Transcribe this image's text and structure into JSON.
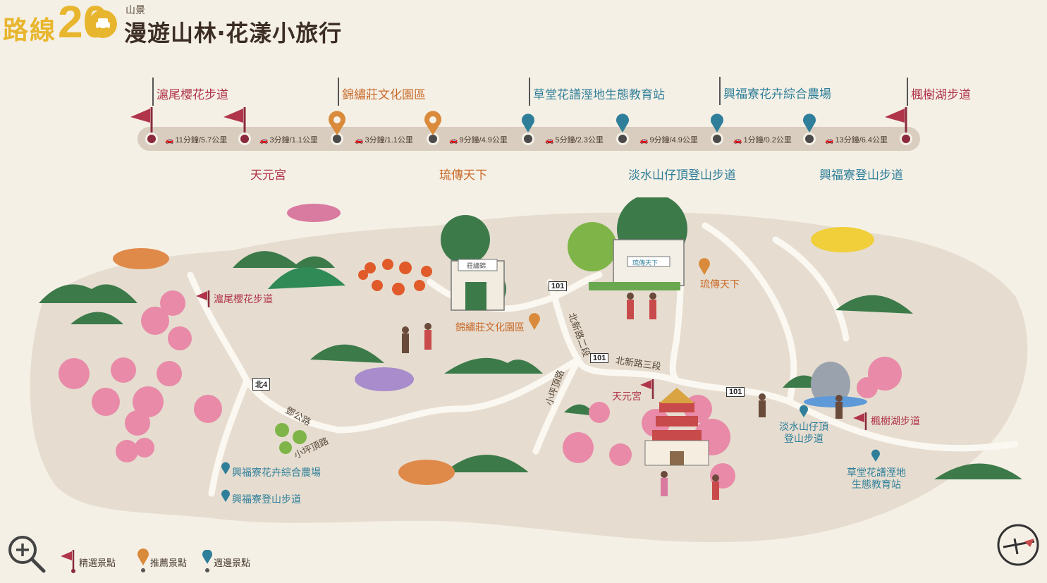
{
  "header": {
    "route_word": "路線",
    "route_number": "20",
    "category": "山景",
    "title": "漫遊山林‧花漾小旅行"
  },
  "timeline": {
    "stops": [
      {
        "label": "滬尾櫻花步道",
        "type": "featured"
      },
      {
        "label": "天元宮",
        "type": "featured"
      },
      {
        "label": "錦繡莊文化園區",
        "type": "recommended"
      },
      {
        "label": "琉傳天下",
        "type": "recommended"
      },
      {
        "label": "草堂花譜溼地生態教育站",
        "type": "nearby"
      },
      {
        "label": "淡水山仔頂登山步道",
        "type": "nearby"
      },
      {
        "label": "興福寮花卉綜合農場",
        "type": "nearby"
      },
      {
        "label": "興福寮登山步道",
        "type": "nearby"
      },
      {
        "label": "楓樹湖步道",
        "type": "featured"
      }
    ],
    "segments": [
      "11分鐘/5.7公里",
      "3分鐘/1.1公里",
      "3分鐘/1.1公里",
      "9分鐘/4.9公里",
      "5分鐘/2.3公里",
      "9分鐘/4.9公里",
      "1分鐘/0.2公里",
      "13分鐘/6.4公里"
    ]
  },
  "map": {
    "labels": {
      "hwei": "滬尾櫻花步道",
      "jinxiu": "錦繡莊文化園區",
      "liuchuan": "琉傳天下",
      "tianyuan": "天元宮",
      "shanziding": "淡水山仔頂登山步道",
      "fengshuhu": "楓樹湖步道",
      "caotang": "草堂花譜溼地生態教育站",
      "xingfu_farm": "興福寮花卉綜合農場",
      "xingfu_trail": "興福寮登山步道"
    },
    "roads": {
      "r101_a": "101",
      "r101_b": "101",
      "r101_c": "101",
      "bei4": "北4",
      "beixin2": "北新路二段",
      "beixin3": "北新路三段",
      "xiaoping_a": "小坪頂路",
      "xiaoping_b": "小坪頂路",
      "bu": "鄧公路"
    },
    "building_sign_a": "莊繡錦",
    "building_sign_b": "琉傳天下"
  },
  "legend": {
    "featured": "精選景點",
    "recommended": "推薦景點",
    "nearby": "週邊景點"
  },
  "colors": {
    "featured": "#b0344a",
    "recommended": "#d98a3a",
    "nearby": "#2f7f9a",
    "accent": "#e8b62e",
    "land": "#e6ddd0",
    "road": "#fbf8f2",
    "tree_dark": "#3d7a4a",
    "blossom": "#e88aa8"
  },
  "icons": {
    "zoom": "zoom-in-icon",
    "compass": "compass-icon",
    "car": "car-icon"
  }
}
